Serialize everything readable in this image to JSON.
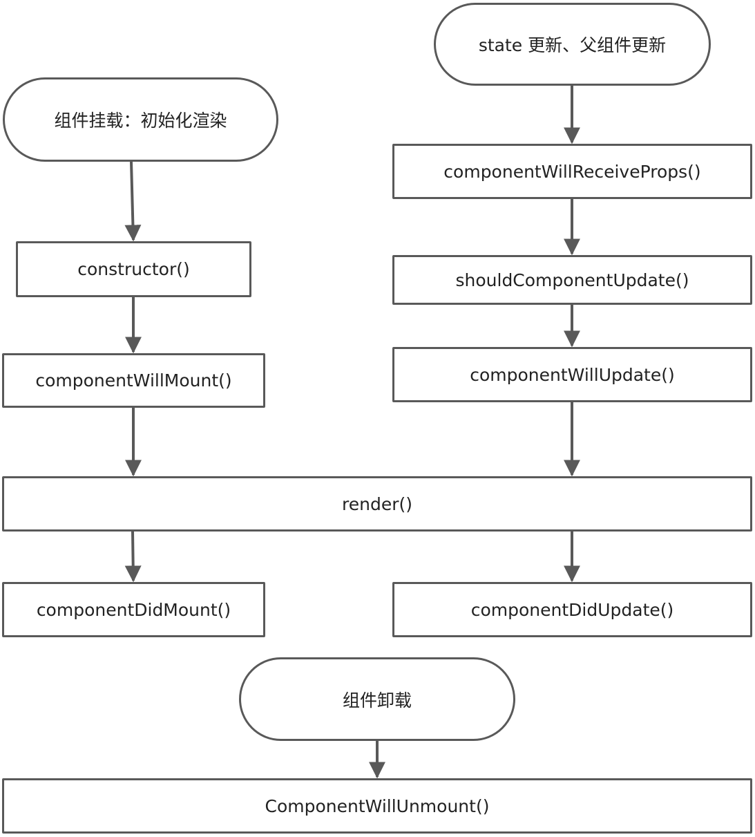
{
  "nodes": {
    "mount_start": "组件挂载：初始化渲染",
    "update_start": "state 更新、父组件更新",
    "constructor": "constructor()",
    "will_mount": "componentWillMount()",
    "will_receive_props": "componentWillReceiveProps()",
    "should_update": "shouldComponentUpdate()",
    "will_update": "componentWillUpdate()",
    "render": "render()",
    "did_mount": "componentDidMount()",
    "did_update": "componentDidUpdate()",
    "unmount_start": "组件卸载",
    "will_unmount": "ComponentWillUnmount()"
  },
  "colors": {
    "stroke": "#595959",
    "text": "#222222",
    "background": "#ffffff"
  }
}
